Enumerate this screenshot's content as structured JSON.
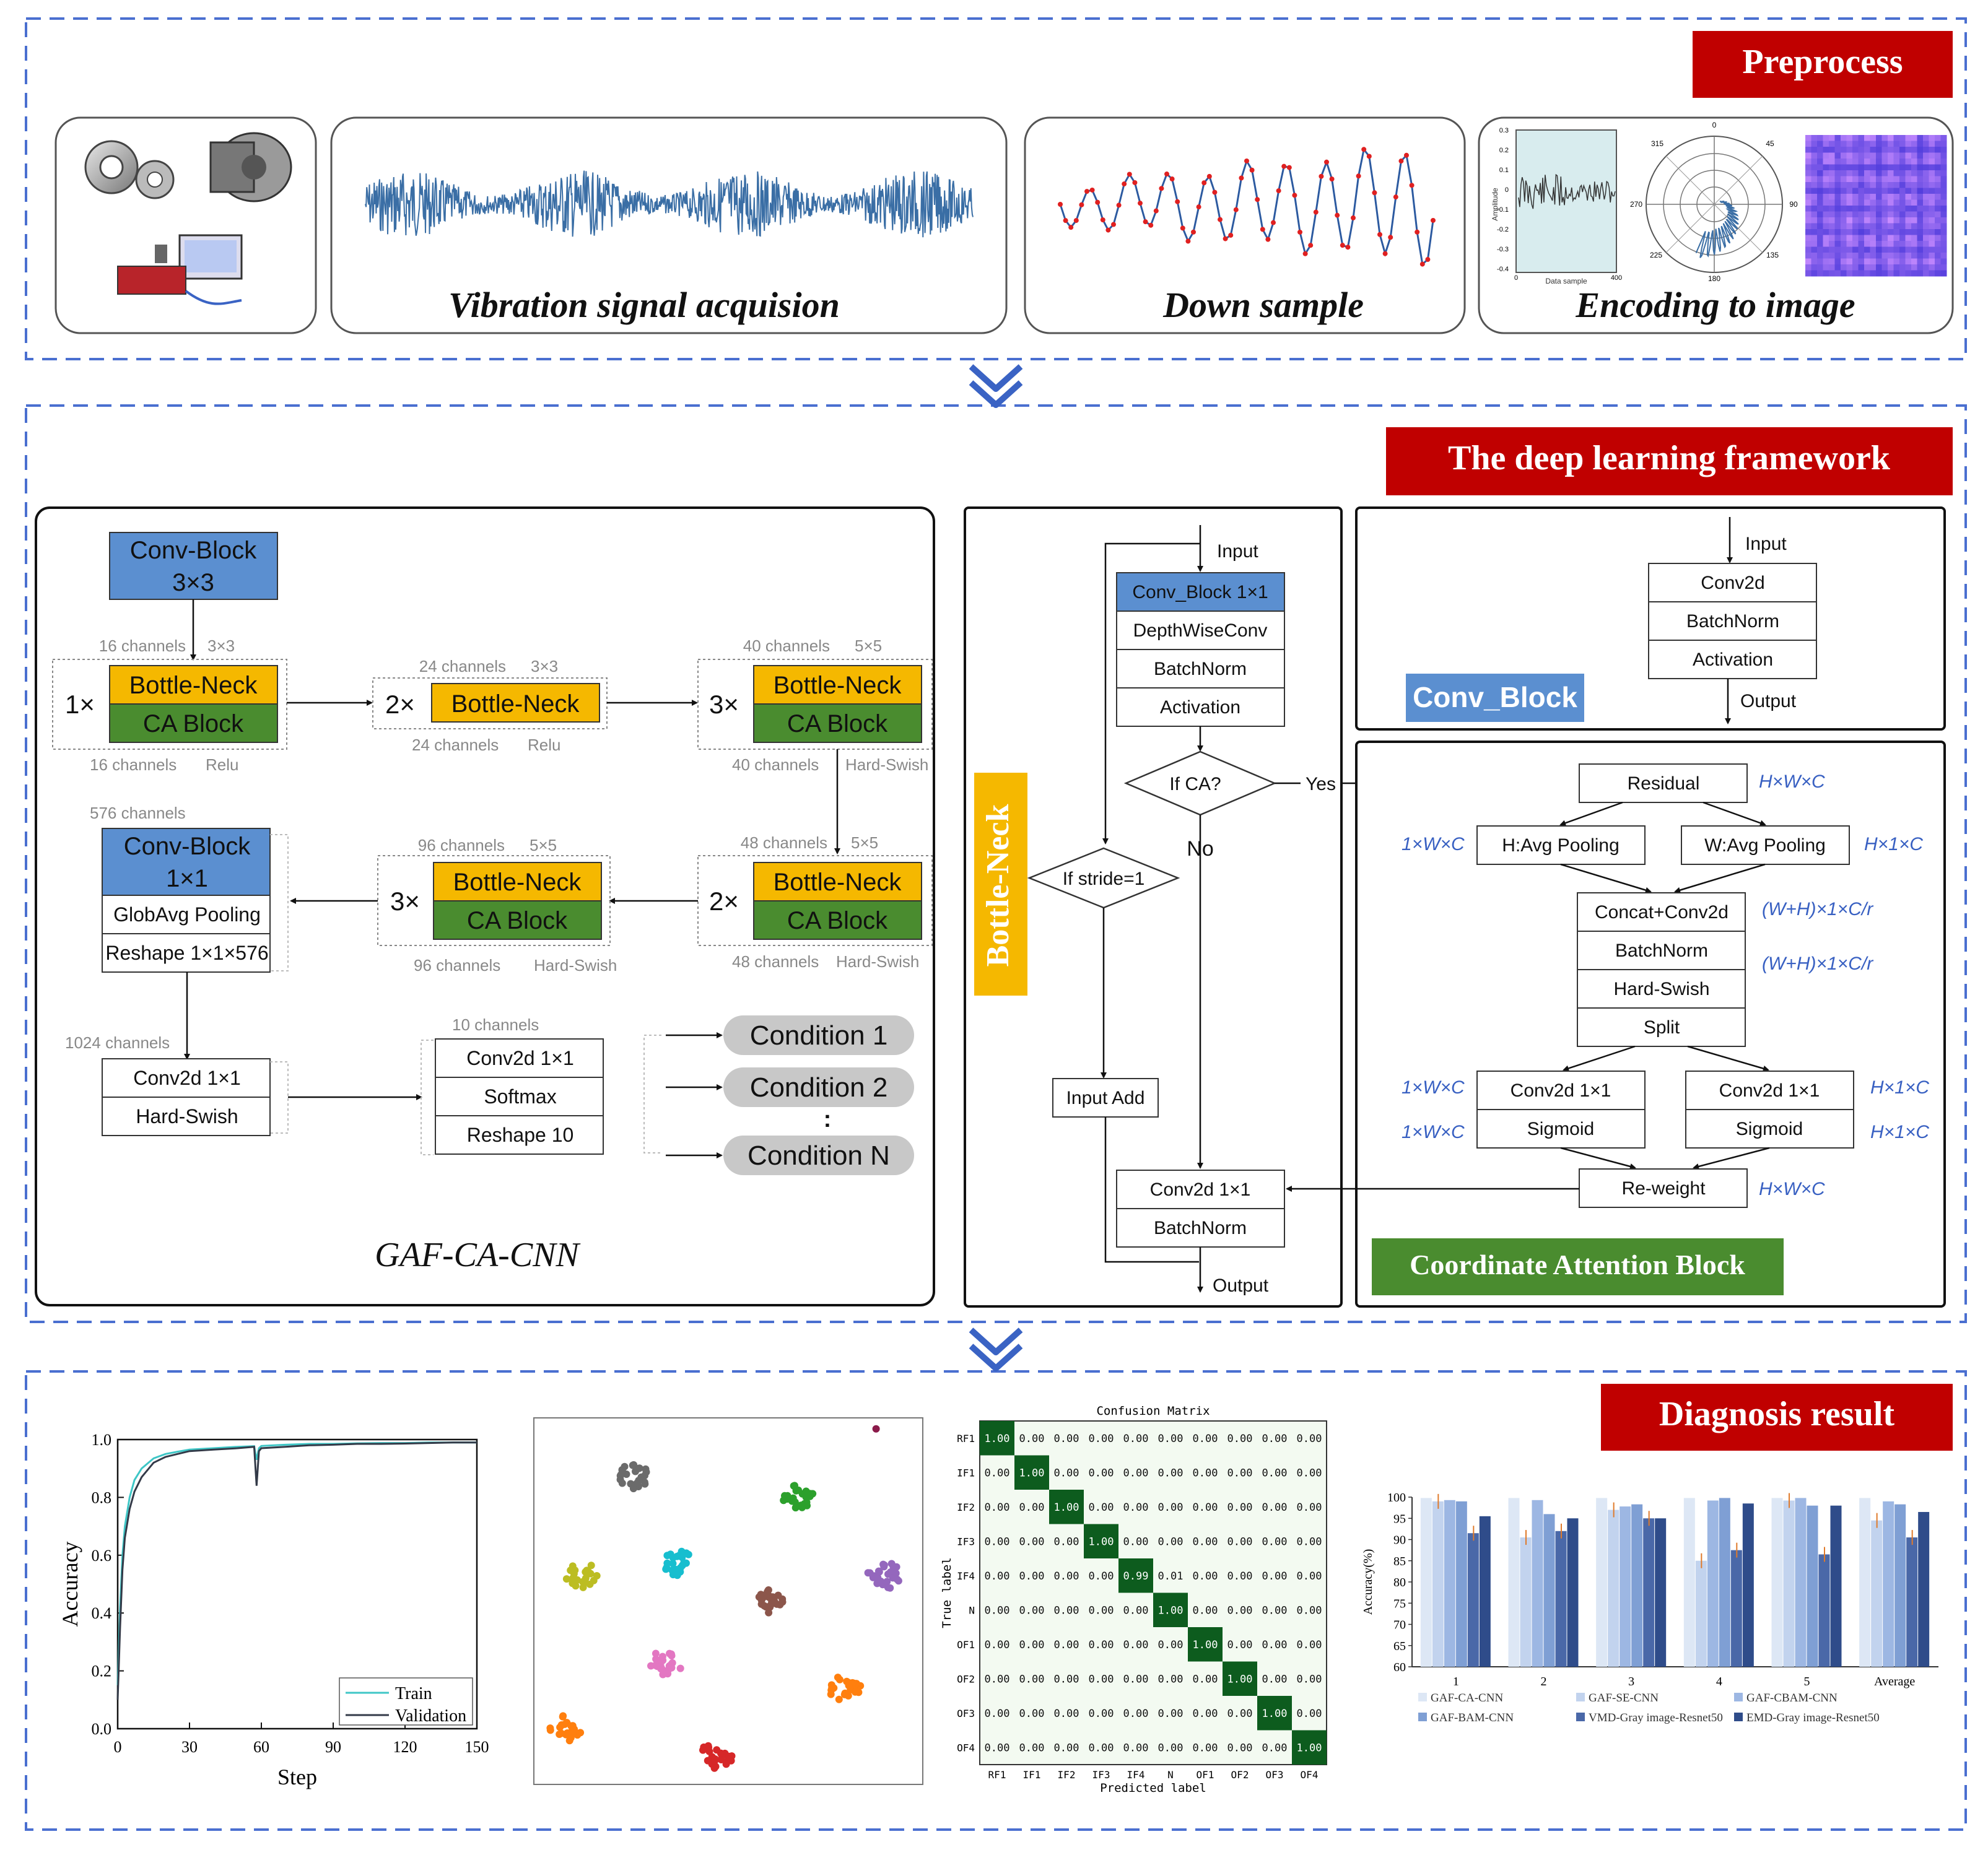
{
  "colors": {
    "dash_border": "#4a6fd0",
    "red_banner": "#c00000",
    "blue_box": "#5b8fd0",
    "orange_box": "#f5b800",
    "green_box": "#4a8c2f",
    "arrow_blue": "#3a63c4",
    "italic_blue": "#3860c2",
    "gray_text": "#888888",
    "cond_gray": "#c8c8c8"
  },
  "preprocess": {
    "title": "Preprocess",
    "panels": [
      "",
      "Vibration signal acquision",
      "Down sample",
      "Encoding to image"
    ],
    "polar_ticks": [
      "0",
      "45",
      "90",
      "135",
      "180",
      "225",
      "270",
      "315"
    ],
    "plot_axis": {
      "ylabel": "Amplitude",
      "xlabel": "Data sample",
      "yticks": [
        "0.3",
        "0.2",
        "0.1",
        "0",
        "-0.1",
        "-0.2",
        "-0.3",
        "-0.4"
      ],
      "xticks": [
        "0",
        "400"
      ]
    }
  },
  "framework": {
    "title": "The deep learning  framework",
    "gaf": {
      "caption": "GAF-CA-CNN",
      "conv_block_top": [
        "Conv-Block",
        "3×3"
      ],
      "stages": [
        {
          "mult": "1×",
          "top_note": "16 channels",
          "top_k": "3×3",
          "b1": "Bottle-Neck",
          "b2": "CA Block",
          "bot_note": "16 channels",
          "bot_act": "Relu"
        },
        {
          "mult": "2×",
          "top_note": "24 channels",
          "top_k": "3×3",
          "b1": "Bottle-Neck",
          "b2": "",
          "bot_note": "24 channels",
          "bot_act": "Relu"
        },
        {
          "mult": "3×",
          "top_note": "40 channels",
          "top_k": "5×5",
          "b1": "Bottle-Neck",
          "b2": "CA Block",
          "bot_note": "40 channels",
          "bot_act": "Hard-Swish"
        },
        {
          "mult": "2×",
          "top_note": "48 channels",
          "top_k": "5×5",
          "b1": "Bottle-Neck",
          "b2": "CA Block",
          "bot_note": "48 channels",
          "bot_act": "Hard-Swish"
        },
        {
          "mult": "3×",
          "top_note": "96 channels",
          "top_k": "5×5",
          "b1": "Bottle-Neck",
          "b2": "CA Block",
          "bot_note": "96 channels",
          "bot_act": "Hard-Swish"
        }
      ],
      "conv11": {
        "note": "576 channels",
        "l1": "Conv-Block",
        "l2": "1×1",
        "l3": "GlobAvg Pooling",
        "l4": "Reshape 1×1×576"
      },
      "conv2d_hs": {
        "note": "1024 channels",
        "l1": "Conv2d 1×1",
        "l2": "Hard-Swish"
      },
      "softmax": {
        "note": "10 channels",
        "l1": "Conv2d 1×1",
        "l2": "Softmax",
        "l3": "Reshape 10"
      },
      "conditions": [
        "Condition 1",
        "Condition 2",
        ":",
        "Condition N"
      ]
    },
    "bottleneck": {
      "label": "Bottle-Neck",
      "input": "Input",
      "boxes": [
        "Conv_Block 1×1",
        "DepthWiseConv",
        "BatchNorm",
        "Activation"
      ],
      "if_ca": "If CA?",
      "yes": "Yes",
      "no": "No",
      "if_stride": "If stride=1",
      "input_add": "Input Add",
      "tail": [
        "Conv2d 1×1",
        "BatchNorm"
      ],
      "output": "Output"
    },
    "convblock": {
      "label": "Conv_Block",
      "input": "Input",
      "boxes": [
        "Conv2d",
        "BatchNorm",
        "Activation"
      ],
      "output": "Output"
    },
    "ca": {
      "label": "Coordinate Attention Block",
      "residual": "Residual",
      "hpool": "H:Avg Pooling",
      "wpool": "W:Avg Pooling",
      "stack": [
        "Concat+Conv2d",
        "BatchNorm",
        "Hard-Swish",
        "Split"
      ],
      "left": [
        "Conv2d 1×1",
        "Sigmoid"
      ],
      "right": [
        "Conv2d 1×1",
        "Sigmoid"
      ],
      "reweight": "Re-weight",
      "dims": {
        "residual": "H×W×C",
        "hpool": "1×W×C",
        "wpool": "H×1×C",
        "concat": "(W+H)×1×C/r",
        "bn": "(W+H)×1×C/r",
        "left1": "1×W×C",
        "left2": "1×W×C",
        "right1": "H×1×C",
        "right2": "H×1×C",
        "reweight": "H×W×C"
      }
    }
  },
  "diagnosis": {
    "title": "Diagnosis result",
    "accuracy_chart": {
      "type": "line",
      "xlabel": "Step",
      "ylabel": "Accuracy",
      "xticks": [
        "0",
        "30",
        "60",
        "90",
        "120",
        "150"
      ],
      "yticks": [
        "0.0",
        "0.2",
        "0.4",
        "0.6",
        "0.8",
        "1.0"
      ],
      "xlim": [
        0,
        150
      ],
      "ylim": [
        0,
        1.0
      ],
      "legend": [
        "Train",
        "Validation"
      ],
      "series": [
        {
          "name": "Train",
          "color": "#3ec6c6",
          "x": [
            0,
            1,
            2,
            3,
            5,
            7,
            10,
            15,
            20,
            25,
            30,
            40,
            50,
            57,
            58,
            59,
            60,
            70,
            80,
            90,
            100,
            110,
            120,
            130,
            140,
            150
          ],
          "y": [
            0.15,
            0.42,
            0.6,
            0.7,
            0.8,
            0.86,
            0.9,
            0.935,
            0.95,
            0.958,
            0.965,
            0.97,
            0.975,
            0.977,
            0.93,
            0.97,
            0.978,
            0.982,
            0.985,
            0.985,
            0.987,
            0.988,
            0.988,
            0.99,
            0.99,
            0.99
          ]
        },
        {
          "name": "Validation",
          "color": "#333a48",
          "x": [
            0,
            1,
            2,
            3,
            5,
            7,
            10,
            15,
            20,
            25,
            30,
            40,
            50,
            57,
            58,
            59,
            60,
            70,
            80,
            90,
            100,
            110,
            120,
            130,
            140,
            150
          ],
          "y": [
            0.1,
            0.35,
            0.55,
            0.66,
            0.76,
            0.82,
            0.87,
            0.92,
            0.94,
            0.95,
            0.96,
            0.965,
            0.97,
            0.975,
            0.84,
            0.96,
            0.97,
            0.975,
            0.98,
            0.982,
            0.985,
            0.985,
            0.986,
            0.988,
            0.99,
            0.99
          ]
        }
      ]
    },
    "tsne": {
      "type": "scatter",
      "clusters": [
        {
          "color": "#6b6b6b",
          "x": 0.26,
          "y": 0.84
        },
        {
          "color": "#2ca02c",
          "x": 0.68,
          "y": 0.78
        },
        {
          "color": "#17becf",
          "x": 0.37,
          "y": 0.6
        },
        {
          "color": "#bcbd22",
          "x": 0.12,
          "y": 0.57
        },
        {
          "color": "#9467bd",
          "x": 0.9,
          "y": 0.57
        },
        {
          "color": "#8c564b",
          "x": 0.6,
          "y": 0.5
        },
        {
          "color": "#e377c2",
          "x": 0.34,
          "y": 0.33
        },
        {
          "color": "#ff7f0e",
          "x": 0.08,
          "y": 0.15
        },
        {
          "color": "#ff7f0e",
          "x": 0.8,
          "y": 0.26
        },
        {
          "color": "#d62728",
          "x": 0.47,
          "y": 0.08
        },
        {
          "color": "#8b1a4a",
          "x": 0.88,
          "y": 0.97
        }
      ]
    },
    "confusion": {
      "type": "heatmap",
      "title": "Confusion Matrix",
      "xlabel": "Predicted label",
      "ylabel": "True label",
      "labels": [
        "RF1",
        "IF1",
        "IF2",
        "IF3",
        "IF4",
        "N",
        "OF1",
        "OF2",
        "OF3",
        "OF4"
      ],
      "matrix": [
        [
          "1.00",
          "0.00",
          "0.00",
          "0.00",
          "0.00",
          "0.00",
          "0.00",
          "0.00",
          "0.00",
          "0.00"
        ],
        [
          "0.00",
          "1.00",
          "0.00",
          "0.00",
          "0.00",
          "0.00",
          "0.00",
          "0.00",
          "0.00",
          "0.00"
        ],
        [
          "0.00",
          "0.00",
          "1.00",
          "0.00",
          "0.00",
          "0.00",
          "0.00",
          "0.00",
          "0.00",
          "0.00"
        ],
        [
          "0.00",
          "0.00",
          "0.00",
          "1.00",
          "0.00",
          "0.00",
          "0.00",
          "0.00",
          "0.00",
          "0.00"
        ],
        [
          "0.00",
          "0.00",
          "0.00",
          "0.00",
          "0.99",
          "0.01",
          "0.00",
          "0.00",
          "0.00",
          "0.00"
        ],
        [
          "0.00",
          "0.00",
          "0.00",
          "0.00",
          "0.00",
          "1.00",
          "0.00",
          "0.00",
          "0.00",
          "0.00"
        ],
        [
          "0.00",
          "0.00",
          "0.00",
          "0.00",
          "0.00",
          "0.00",
          "1.00",
          "0.00",
          "0.00",
          "0.00"
        ],
        [
          "0.00",
          "0.00",
          "0.00",
          "0.00",
          "0.00",
          "0.00",
          "0.00",
          "1.00",
          "0.00",
          "0.00"
        ],
        [
          "0.00",
          "0.00",
          "0.00",
          "0.00",
          "0.00",
          "0.00",
          "0.00",
          "0.00",
          "1.00",
          "0.00"
        ],
        [
          "0.00",
          "0.00",
          "0.00",
          "0.00",
          "0.00",
          "0.00",
          "0.00",
          "0.00",
          "0.00",
          "1.00"
        ]
      ]
    },
    "bar_chart": {
      "type": "bar",
      "ylabel": "Accuracy(%)",
      "categories": [
        "1",
        "2",
        "3",
        "4",
        "5",
        "Average"
      ],
      "yticks": [
        "60",
        "65",
        "70",
        "75",
        "80",
        "85",
        "90",
        "95",
        "100"
      ],
      "ylim": [
        60,
        100
      ],
      "series": [
        {
          "name": "GAF-CA-CNN",
          "color": "#dde7f5",
          "values": [
            99.8,
            99.8,
            99.8,
            99.8,
            99.8,
            99.8
          ]
        },
        {
          "name": "GAF-SE-CNN",
          "color": "#c2d3ee",
          "values": [
            99.0,
            90.5,
            97.0,
            85.0,
            99.2,
            94.5
          ]
        },
        {
          "name": "GAF-CBAM-CNN",
          "color": "#9db7e3",
          "values": [
            99.3,
            99.3,
            97.8,
            99.2,
            99.8,
            99.0
          ]
        },
        {
          "name": "GAF-BAM-CNN",
          "color": "#7f9fd4",
          "values": [
            99.0,
            96.0,
            98.3,
            99.8,
            98.0,
            98.3
          ]
        },
        {
          "name": "VMD-Gray image-Resnet50",
          "color": "#4a68a8",
          "values": [
            91.5,
            92.0,
            95.0,
            87.5,
            86.5,
            90.5
          ]
        },
        {
          "name": "EMD-Gray image-Resnet50",
          "color": "#2f4c8a",
          "values": [
            95.5,
            95.0,
            95.0,
            98.5,
            98.0,
            96.5
          ]
        }
      ]
    }
  }
}
